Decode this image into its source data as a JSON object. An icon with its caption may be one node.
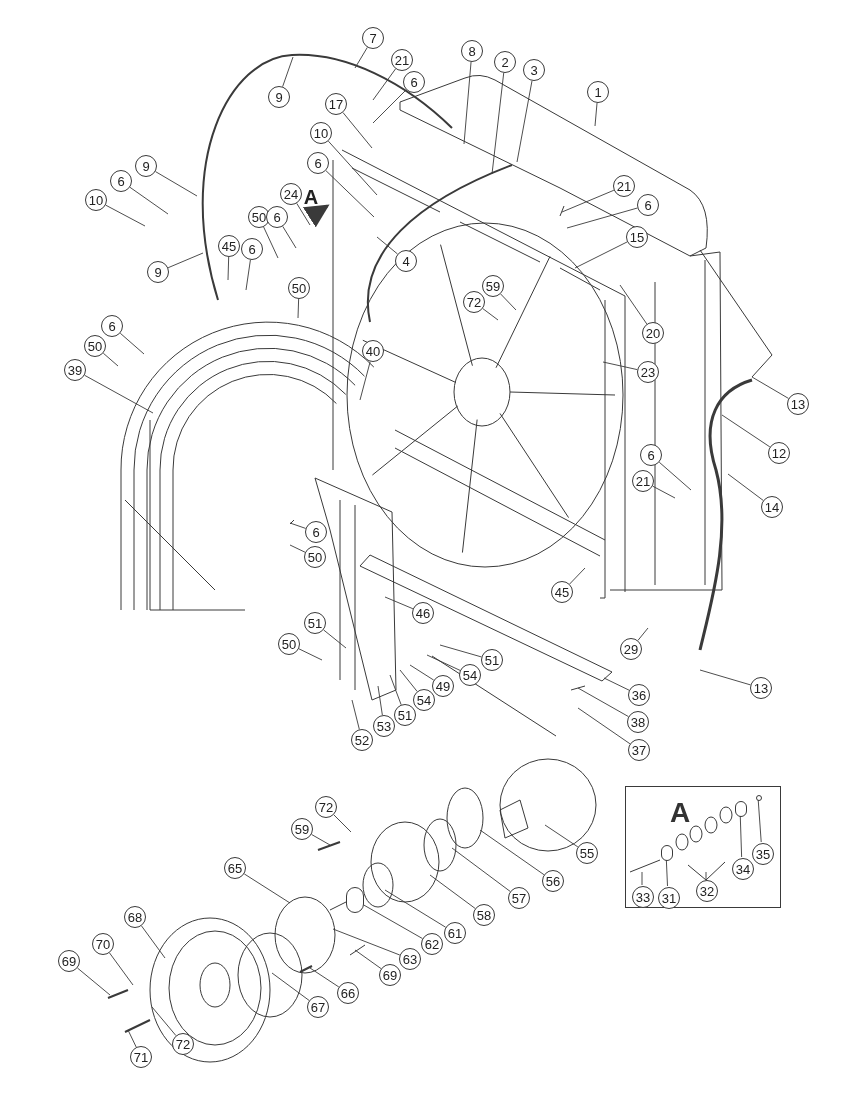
{
  "diagram": {
    "nodes": [
      {
        "text": [
          "7"
        ]
      },
      {
        "text": [
          "8"
        ]
      },
      {
        "text": [
          "21"
        ]
      },
      {
        "text": [
          "2"
        ]
      },
      {
        "text": [
          "3"
        ]
      },
      {
        "text": [
          "6"
        ]
      },
      {
        "text": [
          "1"
        ]
      },
      {
        "text": [
          "9"
        ]
      },
      {
        "text": [
          "17"
        ]
      },
      {
        "text": [
          "10"
        ]
      },
      {
        "text": [
          "6"
        ]
      },
      {
        "text": [
          "9"
        ]
      },
      {
        "text": [
          "6"
        ]
      },
      {
        "text": [
          "21"
        ]
      },
      {
        "text": [
          "24"
        ]
      },
      {
        "text": [
          "10"
        ]
      },
      {
        "text": [
          "6"
        ]
      },
      {
        "text": [
          "50"
        ]
      },
      {
        "text": [
          "6"
        ]
      },
      {
        "text": [
          "15"
        ]
      },
      {
        "text": [
          "45"
        ]
      },
      {
        "text": [
          "6"
        ]
      },
      {
        "text": [
          "4"
        ]
      },
      {
        "text": [
          "9"
        ]
      },
      {
        "text": [
          "59"
        ]
      },
      {
        "text": [
          "50"
        ]
      },
      {
        "text": [
          "72"
        ]
      },
      {
        "text": [
          "6"
        ]
      },
      {
        "text": [
          "20"
        ]
      },
      {
        "text": [
          "50"
        ]
      },
      {
        "text": [
          "40"
        ]
      },
      {
        "text": [
          "39"
        ]
      },
      {
        "text": [
          "23"
        ]
      },
      {
        "text": [
          "13"
        ]
      },
      {
        "text": [
          "12"
        ]
      },
      {
        "text": [
          "6"
        ]
      },
      {
        "text": [
          "21"
        ]
      },
      {
        "text": [
          "14"
        ]
      },
      {
        "text": [
          "6"
        ]
      },
      {
        "text": [
          "50"
        ]
      },
      {
        "text": [
          "45"
        ]
      },
      {
        "text": [
          "46"
        ]
      },
      {
        "text": [
          "51"
        ]
      },
      {
        "text": [
          "50"
        ]
      },
      {
        "text": [
          "29"
        ]
      },
      {
        "text": [
          "51"
        ]
      },
      {
        "text": [
          "54"
        ]
      },
      {
        "text": [
          "49"
        ]
      },
      {
        "text": [
          "13"
        ]
      },
      {
        "text": [
          "36"
        ]
      },
      {
        "text": [
          "54"
        ]
      },
      {
        "text": [
          "51"
        ]
      },
      {
        "text": [
          "38"
        ]
      },
      {
        "text": [
          "53"
        ]
      },
      {
        "text": [
          "52"
        ]
      },
      {
        "text": [
          "37"
        ]
      },
      {
        "text": [
          "A"
        ]
      },
      {
        "text": [
          "72"
        ]
      },
      {
        "text": [
          "59"
        ]
      },
      {
        "text": [
          "55"
        ]
      },
      {
        "text": [
          "65"
        ]
      },
      {
        "text": [
          "56"
        ]
      },
      {
        "text": [
          "57"
        ]
      },
      {
        "text": [
          "58"
        ]
      },
      {
        "text": [
          "68"
        ]
      },
      {
        "text": [
          "61"
        ]
      },
      {
        "text": [
          "62"
        ]
      },
      {
        "text": [
          "63"
        ]
      },
      {
        "text": [
          "70"
        ]
      },
      {
        "text": [
          "69"
        ]
      },
      {
        "text": [
          "69"
        ]
      },
      {
        "text": [
          "67"
        ]
      },
      {
        "text": [
          "66"
        ]
      },
      {
        "text": [
          "72"
        ]
      },
      {
        "text": [
          "71"
        ]
      },
      {
        "text": [
          "33"
        ],
        "in": 56
      },
      {
        "text": [
          "31"
        ],
        "in": 56
      },
      {
        "text": [
          "32"
        ],
        "in": 56
      },
      {
        "text": [
          "34"
        ],
        "in": 56
      },
      {
        "text": [
          "35"
        ],
        "in": 56
      },
      {
        "text": [],
        "shape": "circle",
        "in": 56
      },
      {
        "text": [],
        "shape": "circle",
        "in": 56
      },
      {
        "text": [],
        "shape": "circle",
        "in": 56
      },
      {
        "text": [],
        "shape": "circle"
      }
    ],
    "edges": [
      {
        "from": 0,
        "to": null,
        "arrow": "none"
      },
      {
        "from": 1,
        "to": null,
        "arrow": "none"
      },
      {
        "from": 2,
        "to": null,
        "arrow": "none"
      },
      {
        "from": 3,
        "to": null,
        "arrow": "none"
      },
      {
        "from": 4,
        "to": null,
        "arrow": "none"
      },
      {
        "from": 5,
        "to": null,
        "arrow": "none"
      },
      {
        "from": 6,
        "to": null,
        "arrow": "none"
      },
      {
        "from": 7,
        "to": null,
        "arrow": "none"
      },
      {
        "from": 8,
        "to": null,
        "arrow": "none"
      },
      {
        "from": 9,
        "to": null,
        "arrow": "none"
      },
      {
        "from": 10,
        "to": null,
        "arrow": "none"
      },
      {
        "from": 11,
        "to": null,
        "arrow": "none"
      },
      {
        "from": 12,
        "to": null,
        "arrow": "none"
      },
      {
        "from": 13,
        "to": null,
        "arrow": "none"
      },
      {
        "from": 14,
        "to": null,
        "arrow": "none"
      },
      {
        "from": 15,
        "to": null,
        "arrow": "none"
      },
      {
        "from": 16,
        "to": null,
        "arrow": "none"
      },
      {
        "from": 17,
        "to": null,
        "arrow": "none"
      },
      {
        "from": 18,
        "to": null,
        "arrow": "none"
      },
      {
        "from": 19,
        "to": null,
        "arrow": "none"
      },
      {
        "from": 20,
        "to": null,
        "arrow": "none"
      },
      {
        "from": 21,
        "to": null,
        "arrow": "none"
      },
      {
        "from": 22,
        "to": null,
        "arrow": "none"
      },
      {
        "from": 23,
        "to": null,
        "arrow": "none"
      },
      {
        "from": 24,
        "to": null,
        "arrow": "none"
      },
      {
        "from": 25,
        "to": null,
        "arrow": "none"
      },
      {
        "from": 26,
        "to": null,
        "arrow": "none"
      },
      {
        "from": 27,
        "to": null,
        "arrow": "none"
      },
      {
        "from": 28,
        "to": null,
        "arrow": "none"
      },
      {
        "from": 29,
        "to": null,
        "arrow": "none"
      },
      {
        "from": 30,
        "to": null,
        "arrow": "none"
      },
      {
        "from": 31,
        "to": null,
        "arrow": "none"
      },
      {
        "from": 32,
        "to": null,
        "arrow": "none"
      },
      {
        "from": 33,
        "to": null,
        "arrow": "none"
      },
      {
        "from": 34,
        "to": null,
        "arrow": "none"
      },
      {
        "from": 35,
        "to": null,
        "arrow": "none"
      },
      {
        "from": 36,
        "to": null,
        "arrow": "none"
      },
      {
        "from": 37,
        "to": null,
        "arrow": "none"
      },
      {
        "from": 38,
        "to": null,
        "arrow": "none"
      },
      {
        "from": 39,
        "to": null,
        "arrow": "none"
      },
      {
        "from": 40,
        "to": null,
        "arrow": "none"
      },
      {
        "from": 41,
        "to": null,
        "arrow": "none"
      },
      {
        "from": 42,
        "to": null,
        "arrow": "none"
      },
      {
        "from": 43,
        "to": null,
        "arrow": "none"
      },
      {
        "from": 44,
        "to": null,
        "arrow": "none"
      },
      {
        "from": 45,
        "to": null,
        "arrow": "none"
      },
      {
        "from": 46,
        "to": null,
        "arrow": "none"
      },
      {
        "from": 47,
        "to": null,
        "arrow": "none"
      },
      {
        "from": 48,
        "to": null,
        "arrow": "none"
      },
      {
        "from": 49,
        "to": null,
        "arrow": "none"
      },
      {
        "from": 50,
        "to": null,
        "arrow": "none"
      },
      {
        "from": 51,
        "to": null,
        "arrow": "none"
      },
      {
        "from": 52,
        "to": null,
        "arrow": "none"
      },
      {
        "from": 53,
        "to": null,
        "arrow": "none"
      },
      {
        "from": 54,
        "to": null,
        "arrow": "none"
      },
      {
        "from": 55,
        "to": null,
        "arrow": "none"
      },
      {
        "from": 57,
        "to": null,
        "arrow": "none"
      },
      {
        "from": 58,
        "to": null,
        "arrow": "none"
      },
      {
        "from": 59,
        "to": null,
        "arrow": "none"
      },
      {
        "from": 60,
        "to": null,
        "arrow": "none"
      },
      {
        "from": 61,
        "to": null,
        "arrow": "none"
      },
      {
        "from": 62,
        "to": null,
        "arrow": "none"
      },
      {
        "from": 63,
        "to": null,
        "arrow": "none"
      },
      {
        "from": 64,
        "to": null,
        "arrow": "none"
      },
      {
        "from": 65,
        "to": null,
        "arrow": "none"
      },
      {
        "from": 66,
        "to": 83,
        "arrow": "none"
      },
      {
        "from": 67,
        "to": null,
        "arrow": "none"
      },
      {
        "from": 68,
        "to": null,
        "arrow": "none"
      },
      {
        "from": 69,
        "to": null,
        "arrow": "none"
      },
      {
        "from": 70,
        "to": null,
        "arrow": "none"
      },
      {
        "from": 71,
        "to": null,
        "arrow": "none"
      },
      {
        "from": 72,
        "to": null,
        "arrow": "none"
      },
      {
        "from": 73,
        "to": null,
        "arrow": "none"
      },
      {
        "from": 74,
        "to": null,
        "arrow": "none"
      },
      {
        "from": 75,
        "to": null,
        "arrow": "none"
      },
      {
        "from": 76,
        "to": 80,
        "arrow": "none"
      },
      {
        "from": 77,
        "to": null,
        "arrow": "none"
      },
      {
        "from": 78,
        "to": 81,
        "arrow": "none"
      },
      {
        "from": 79,
        "to": 82,
        "arrow": "none"
      }
    ],
    "labels": [
      "A"
    ]
  }
}
